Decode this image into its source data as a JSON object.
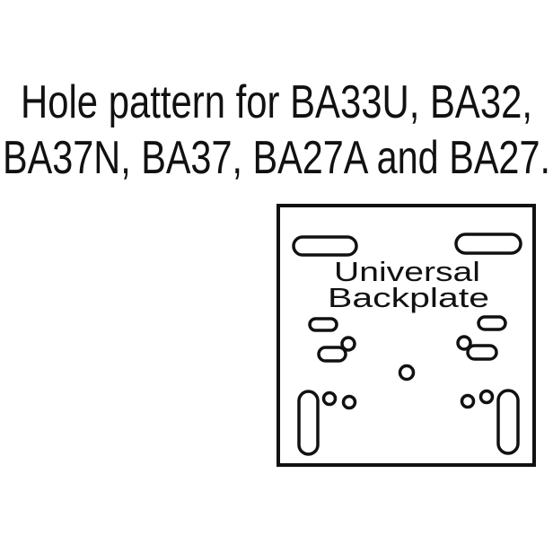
{
  "title": {
    "line1": "Hole pattern for BA33U, BA32,",
    "line2": "BA37N, BA37, BA27A and BA27."
  },
  "plate": {
    "label_line1": "Universal",
    "label_line2": "Backplate",
    "stroke_color": "#111111",
    "background": "#ffffff"
  }
}
